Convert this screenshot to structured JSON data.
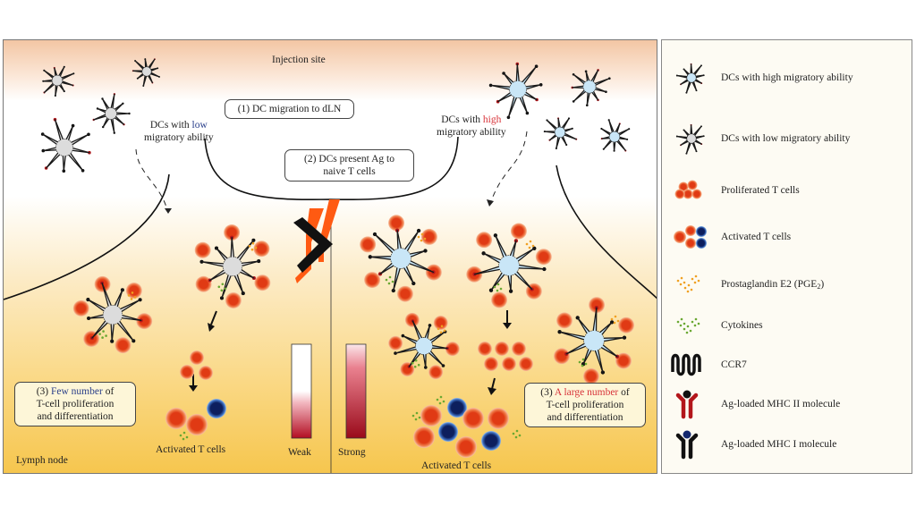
{
  "diagram": {
    "injection_site_label": "Injection site",
    "lymph_node_label": "Lymph node",
    "step1": "(1) DC migration to dLN",
    "step2_line1": "(2) DCs present Ag to",
    "step2_line2": "naive T cells",
    "left": {
      "dc_label_prefix": "DCs with ",
      "dc_label_highlight": "low",
      "dc_label_line2": "migratory ability",
      "result_prefix": "(3) ",
      "result_highlight": "Few number",
      "result_suffix": " of",
      "result_line2": "T-cell proliferation",
      "result_line3": "and differentiation",
      "activated_label": "Activated T cells",
      "strength_label": "Weak",
      "strength_level": "weak"
    },
    "right": {
      "dc_label_prefix": "DCs with ",
      "dc_label_highlight": "high",
      "dc_label_line2": "migratory ability",
      "result_prefix": "(3) ",
      "result_highlight": "A large number",
      "result_suffix": " of",
      "result_line2": "T-cell proliferation",
      "result_line3": "and differentiation",
      "activated_label": "Activated T cells",
      "strength_label": "Strong",
      "strength_level": "strong"
    },
    "colors": {
      "dc_high_fill": "#c9e6f7",
      "dc_low_fill": "#dcdcdc",
      "proliferated_t": "#e84c1e",
      "activated_t_blue": "#13286e",
      "pge2": "#f0a022",
      "cytokine": "#6aa832",
      "mhc2": "#b3161b",
      "highlight_low": "#2a3f8a",
      "highlight_high": "#d8343a",
      "logo_orange": "#ff5a12",
      "logo_black": "#111111"
    }
  },
  "legend": {
    "items": [
      {
        "icon": "dc-high-icon",
        "label": "DCs with high migratory ability"
      },
      {
        "icon": "dc-low-icon",
        "label": "DCs with low migratory ability"
      },
      {
        "icon": "proliferated-t-cells-icon",
        "label": "Proliferated T cells"
      },
      {
        "icon": "activated-t-cells-icon",
        "label": "Activated T cells"
      },
      {
        "icon": "pge2-icon",
        "label": "Prostaglandin E2 (PGE",
        "sub": "2",
        "suffix": ")"
      },
      {
        "icon": "cytokines-icon",
        "label": "Cytokines"
      },
      {
        "icon": "ccr7-icon",
        "label": "CCR7"
      },
      {
        "icon": "mhc2-icon",
        "label": "Ag-loaded MHC II molecule"
      },
      {
        "icon": "mhc1-icon",
        "label": "Ag-loaded MHC I molecule"
      }
    ]
  }
}
